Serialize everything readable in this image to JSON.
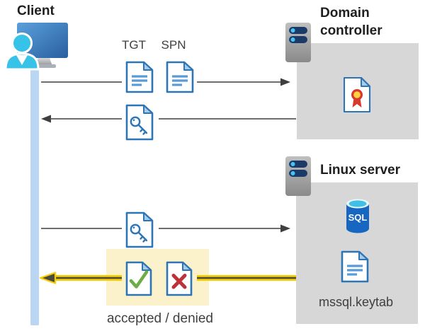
{
  "colors": {
    "heading": "#1f1f1f",
    "label": "#3f3f3f",
    "box-gray": "#d7d7d7",
    "highlight-yellow": "#fbf2cb",
    "timeline-blue": "#b9d6f2",
    "arrow-gray": "#595959",
    "arrow-head": "#3f3f3f",
    "arrow-yellow": "#f6cd00",
    "arrow-yellow-core": "#4a4a43",
    "doc-blue": "#2e75b6",
    "doc-fold": "#a8cbe8",
    "doc-line": "#5b9bd5",
    "check-green": "#6cae44",
    "cross-red": "#bf3139",
    "cert-red": "#d8382e",
    "cert-yellow": "#ffd23b",
    "sql-body": "#1766c1",
    "sql-top": "#e9f9fe",
    "sql-inner": "#3fc0e4",
    "server-pill": "#1b3a6a",
    "server-dot": "#45c6f2"
  },
  "client": {
    "label": "Client"
  },
  "request": {
    "tgt_label": "TGT",
    "spn_label": "SPN"
  },
  "domain_controller": {
    "label": "Domain controller"
  },
  "linux_server": {
    "label": "Linux server",
    "sql_badge": "SQL",
    "keytab_label": "mssql.keytab"
  },
  "response": {
    "label": "accepted / denied"
  }
}
